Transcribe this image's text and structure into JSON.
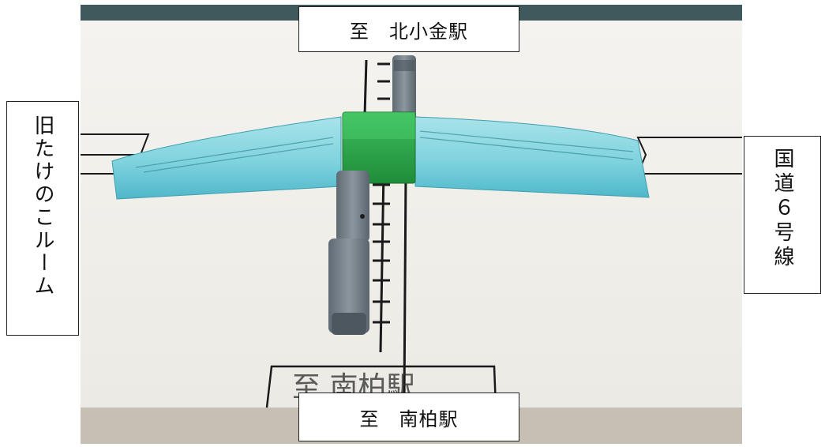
{
  "labels": {
    "top": "至　北小金駅",
    "bottom": "至　南柏駅",
    "left": "旧たけのこルーム",
    "right": "国道６号線"
  },
  "handwritten_sign": "至 南柏駅",
  "colors": {
    "overpass": "#7fd3de",
    "overpass_shade": "#4fb7c9",
    "station_block": "#2ea44a",
    "train": "#7d8790",
    "paper": "#f3f2ee",
    "track_line": "#1a1a1a"
  }
}
